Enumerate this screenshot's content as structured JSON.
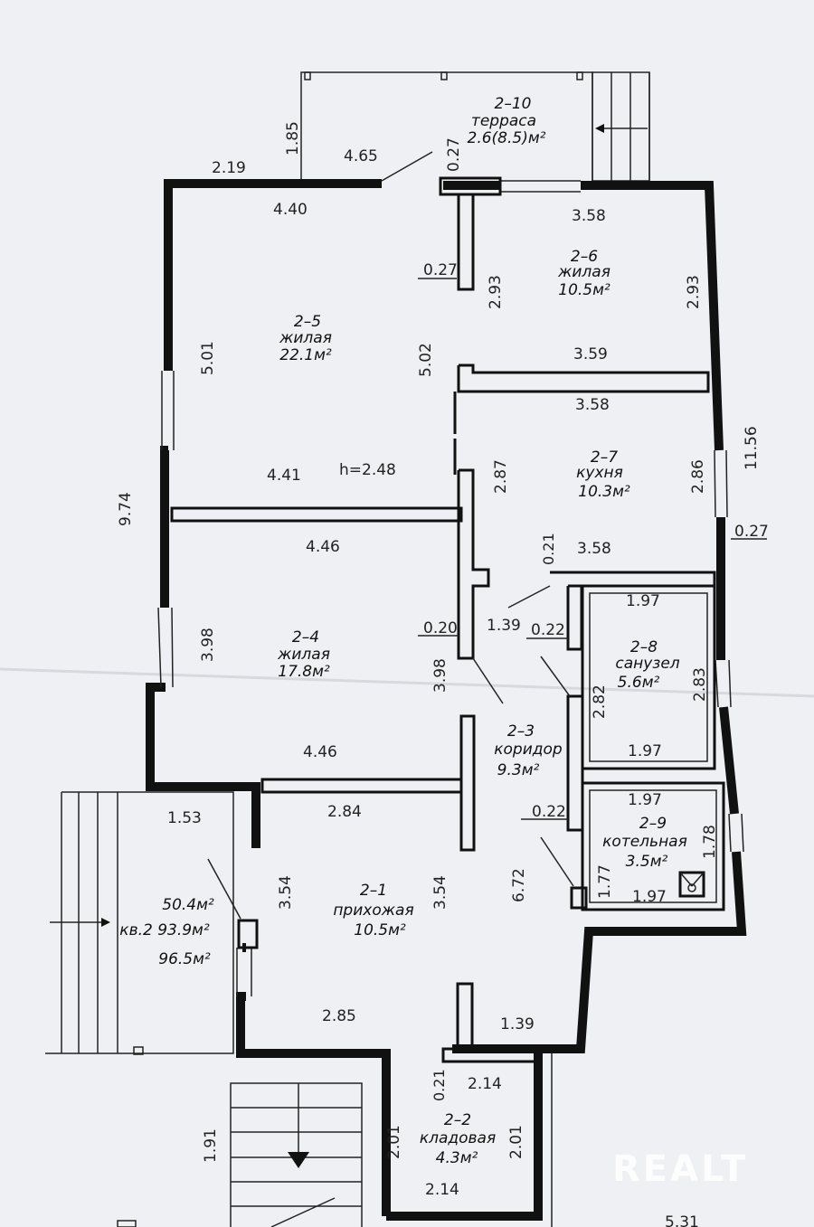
{
  "rooms": {
    "r2_10": {
      "id": "2–10",
      "name": "терраса",
      "area": "2.6(8.5)м²"
    },
    "r2_6": {
      "id": "2–6",
      "name": "жилая",
      "area": "10.5м²"
    },
    "r2_5": {
      "id": "2–5",
      "name": "жилая",
      "area": "22.1м²"
    },
    "r2_7": {
      "id": "2–7",
      "name": "кухня",
      "area": "10.3м²"
    },
    "r2_8": {
      "id": "2–8",
      "name": "санузел",
      "area": "5.6м²"
    },
    "r2_4": {
      "id": "2–4",
      "name": "жилая",
      "area": "17.8м²"
    },
    "r2_3": {
      "id": "2–3",
      "name": "коридор",
      "area": "9.3м²"
    },
    "r2_9": {
      "id": "2–9",
      "name": "котельная",
      "area": "3.5м²"
    },
    "r2_1": {
      "id": "2–1",
      "name": "прихожая",
      "area": "10.5м²"
    },
    "r2_2": {
      "id": "2–2",
      "name": "кладовая",
      "area": "4.3м²"
    }
  },
  "summary": {
    "living": "50.4м²",
    "apartment": "кв.2  93.9м²",
    "total": "96.5м²"
  },
  "height": "h=2.48",
  "dims": {
    "d_1_85": "1.85",
    "d_4_65": "4.65",
    "d_0_27_top": "0.27",
    "d_2_19": "2.19",
    "d_4_40": "4.40",
    "d_3_58_a": "3.58",
    "d_0_27_mid": "0.27",
    "d_2_93_a": "2.93",
    "d_2_93_b": "2.93",
    "d_5_01": "5.01",
    "d_5_02": "5.02",
    "d_3_59": "3.59",
    "d_3_58_b": "3.58",
    "d_9_74": "9.74",
    "d_11_56": "11.56",
    "d_4_41": "4.41",
    "d_2_87": "2.87",
    "d_2_86": "2.86",
    "d_0_27_right": "0.27",
    "d_4_46_a": "4.46",
    "d_0_21_a": "0.21",
    "d_3_58_c": "3.58",
    "d_1_97_a": "1.97",
    "d_0_20": "0.20",
    "d_1_39_a": "1.39",
    "d_0_22_a": "0.22",
    "d_3_98_a": "3.98",
    "d_3_98_b": "3.98",
    "d_2_83": "2.83",
    "d_2_82": "2.82",
    "d_1_97_b": "1.97",
    "d_4_46_b": "4.46",
    "d_1_53": "1.53",
    "d_2_84": "2.84",
    "d_1_97_c": "1.97",
    "d_0_22_b": "0.22",
    "d_1_78": "1.78",
    "d_3_54_a": "3.54",
    "d_3_54_b": "3.54",
    "d_6_72": "6.72",
    "d_1_77": "1.77",
    "d_1_97_d": "1.97",
    "d_2_85": "2.85",
    "d_1_39_b": "1.39",
    "d_0_21_b": "0.21",
    "d_2_14_a": "2.14",
    "d_1_91": "1.91",
    "d_2_01_a": "2.01",
    "d_2_01_b": "2.01",
    "d_2_14_b": "2.14",
    "d_5_31": "5.31"
  },
  "watermark": "REALT"
}
